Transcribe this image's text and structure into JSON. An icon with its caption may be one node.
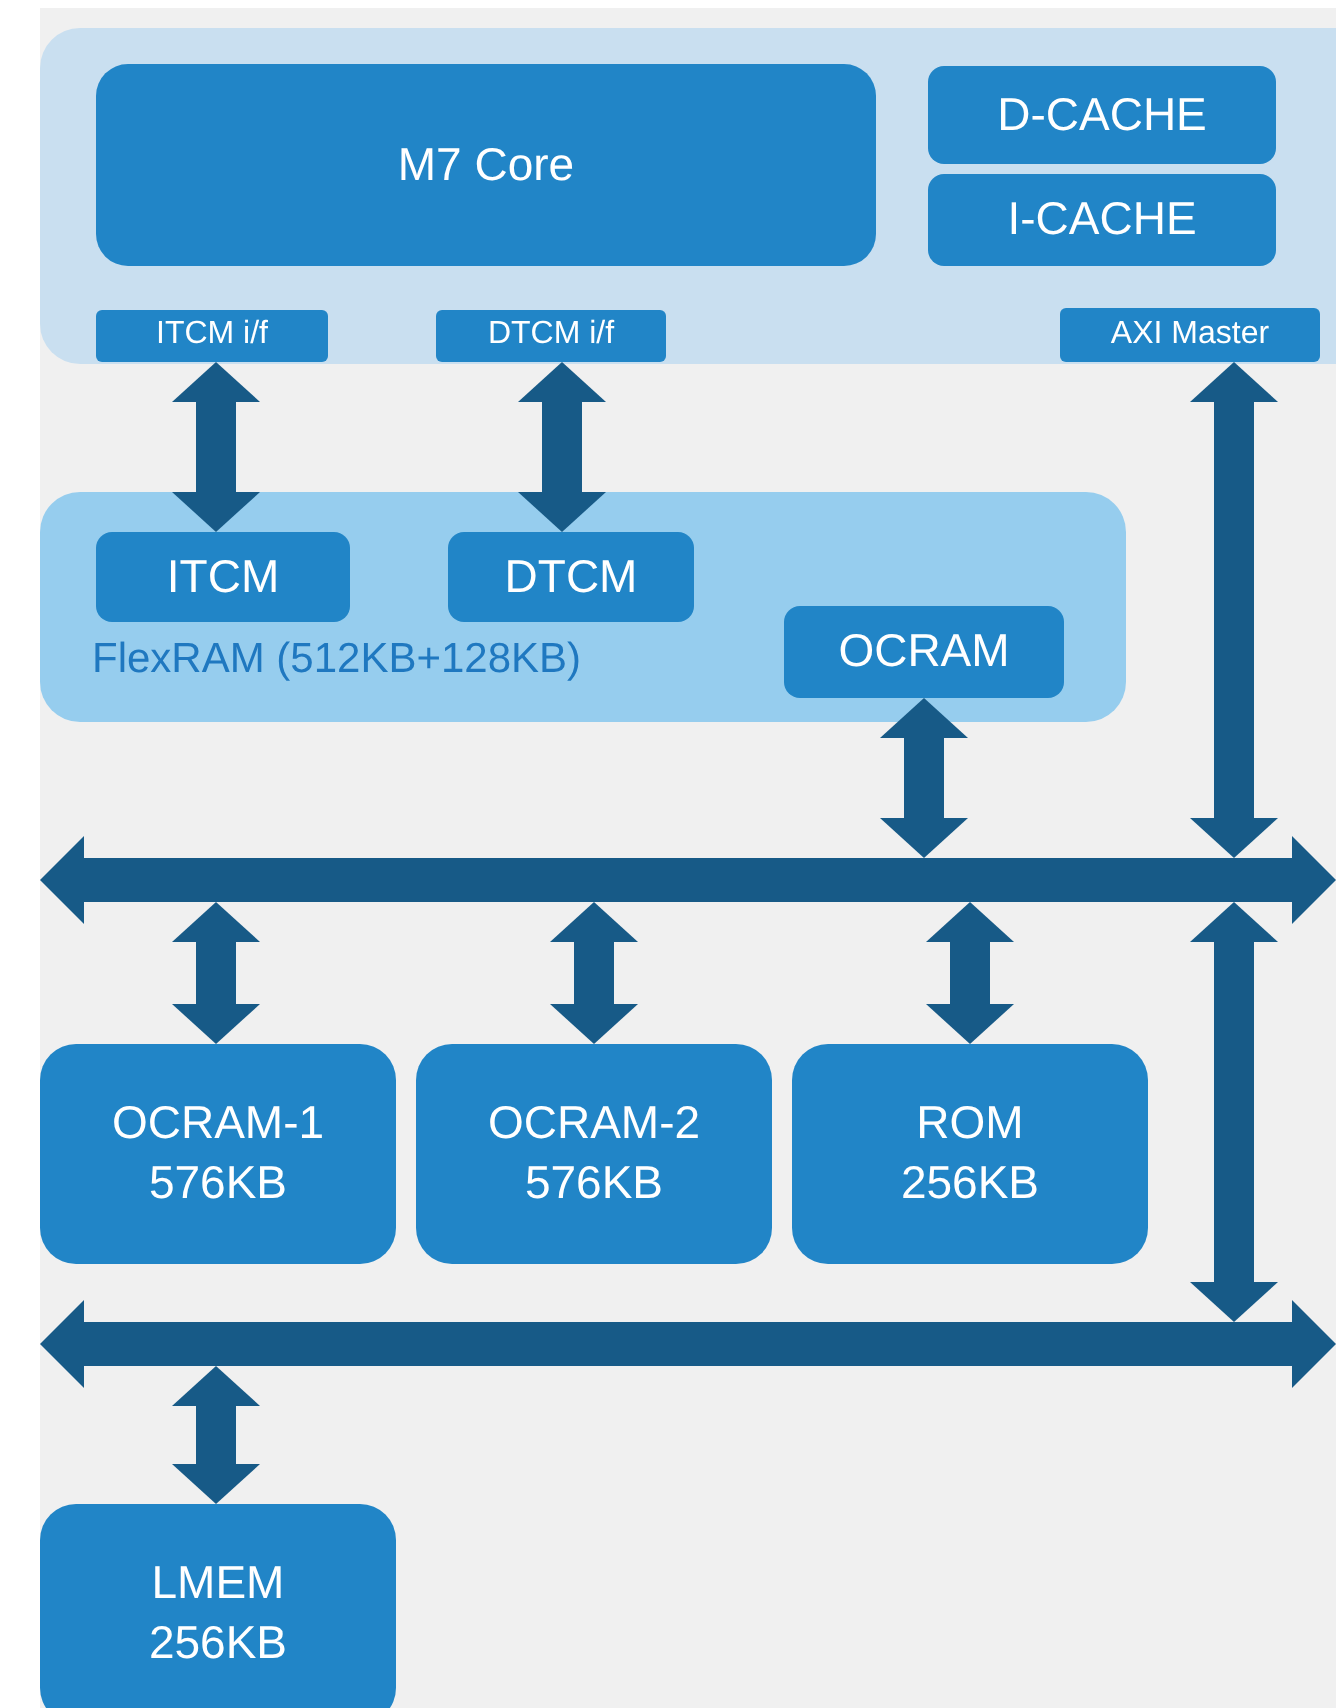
{
  "diagram": {
    "nodes": [
      {
        "text": [],
        "shape": "box"
      },
      {
        "text": [
          "M7 Core"
        ],
        "in": 0
      },
      {
        "text": [
          "D-CACHE"
        ],
        "in": 0
      },
      {
        "text": [
          "I-CACHE"
        ],
        "in": 0
      },
      {
        "text": [
          "ITCM i/f"
        ],
        "in": 0
      },
      {
        "text": [
          "DTCM i/f"
        ],
        "in": 0
      },
      {
        "text": [
          "AXI Master"
        ],
        "in": 0
      },
      {
        "text": [
          "FlexRAM (512KB+128KB)"
        ]
      },
      {
        "text": [
          "ITCM"
        ],
        "in": 7
      },
      {
        "text": [
          "DTCM"
        ],
        "in": 7
      },
      {
        "text": [
          "OCRAM"
        ],
        "in": 7
      },
      {
        "text": [],
        "shape": "bar"
      },
      {
        "text": [
          "OCRAM-1 576KB"
        ]
      },
      {
        "text": [
          "OCRAM-2 576KB"
        ]
      },
      {
        "text": [
          "ROM 256KB"
        ]
      },
      {
        "text": [],
        "shape": "bar"
      },
      {
        "text": [
          "LMEM 256KB"
        ]
      }
    ],
    "edges": [
      {
        "from": 4,
        "to": 8,
        "arrow": "both"
      },
      {
        "from": 5,
        "to": 9,
        "arrow": "both"
      },
      {
        "from": 6,
        "to": 11,
        "arrow": "both"
      },
      {
        "from": 10,
        "to": 11,
        "arrow": "both"
      },
      {
        "from": 11,
        "to": 12,
        "arrow": "both"
      },
      {
        "from": 11,
        "to": 13,
        "arrow": "both"
      },
      {
        "from": 11,
        "to": 14,
        "arrow": "both"
      },
      {
        "from": 11,
        "to": 15,
        "arrow": "both"
      },
      {
        "from": 15,
        "to": 16,
        "arrow": "both"
      }
    ]
  }
}
